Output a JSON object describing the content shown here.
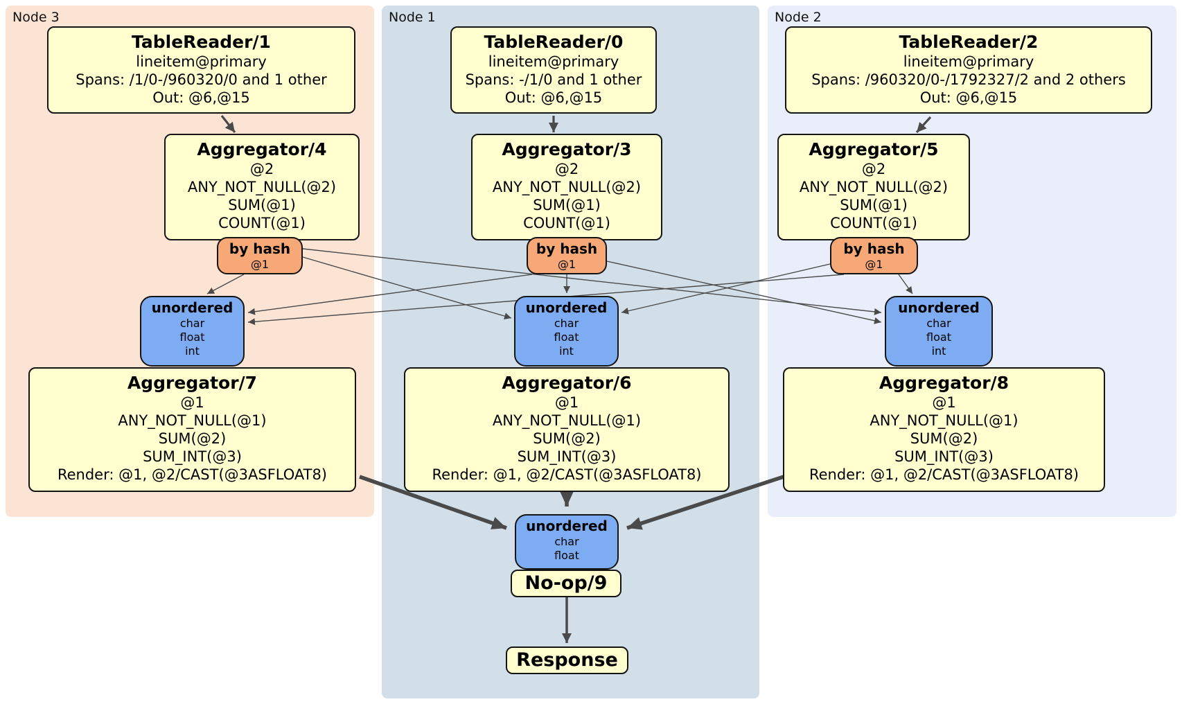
{
  "panels": [
    {
      "label": "Node 3",
      "table_reader": {
        "title": "TableReader/1",
        "index": "lineitem@primary",
        "spans": "Spans: /1/0-/960320/0 and 1 other",
        "out": "Out: @6,@15"
      },
      "aggregator_top": {
        "title": "Aggregator/4",
        "lines": [
          "@2",
          "ANY_NOT_NULL(@2)",
          "SUM(@1)",
          "COUNT(@1)"
        ]
      },
      "router": {
        "title": "by hash",
        "detail": "@1"
      },
      "sync": {
        "title": "unordered",
        "columns": [
          "char",
          "float",
          "int"
        ]
      },
      "aggregator_bottom": {
        "title": "Aggregator/7",
        "lines": [
          "@1",
          "ANY_NOT_NULL(@1)",
          "SUM(@2)",
          "SUM_INT(@3)",
          "Render: @1, @2/CAST(@3ASFLOAT8)"
        ]
      }
    },
    {
      "label": "Node 1",
      "table_reader": {
        "title": "TableReader/0",
        "index": "lineitem@primary",
        "spans": "Spans: -/1/0 and 1 other",
        "out": "Out: @6,@15"
      },
      "aggregator_top": {
        "title": "Aggregator/3",
        "lines": [
          "@2",
          "ANY_NOT_NULL(@2)",
          "SUM(@1)",
          "COUNT(@1)"
        ]
      },
      "router": {
        "title": "by hash",
        "detail": "@1"
      },
      "sync": {
        "title": "unordered",
        "columns": [
          "char",
          "float",
          "int"
        ]
      },
      "aggregator_bottom": {
        "title": "Aggregator/6",
        "lines": [
          "@1",
          "ANY_NOT_NULL(@1)",
          "SUM(@2)",
          "SUM_INT(@3)",
          "Render: @1, @2/CAST(@3ASFLOAT8)"
        ]
      }
    },
    {
      "label": "Node 2",
      "table_reader": {
        "title": "TableReader/2",
        "index": "lineitem@primary",
        "spans": "Spans: /960320/0-/1792327/2 and 2 others",
        "out": "Out: @6,@15"
      },
      "aggregator_top": {
        "title": "Aggregator/5",
        "lines": [
          "@2",
          "ANY_NOT_NULL(@2)",
          "SUM(@1)",
          "COUNT(@1)"
        ]
      },
      "router": {
        "title": "by hash",
        "detail": "@1"
      },
      "sync": {
        "title": "unordered",
        "columns": [
          "char",
          "float",
          "int"
        ]
      },
      "aggregator_bottom": {
        "title": "Aggregator/8",
        "lines": [
          "@1",
          "ANY_NOT_NULL(@1)",
          "SUM(@2)",
          "SUM_INT(@3)",
          "Render: @1, @2/CAST(@3ASFLOAT8)"
        ]
      }
    }
  ],
  "output_stage": {
    "sync": {
      "title": "unordered",
      "columns": [
        "char",
        "float"
      ]
    },
    "noop": {
      "title": "No-op/9"
    },
    "response": {
      "title": "Response"
    }
  },
  "colors": {
    "node3_bg": "#fce4d4",
    "node1_bg": "#d2dfe9",
    "node2_bg": "#e9eefa",
    "processor_fill": "#ffffd0",
    "router_fill": "#f6a877",
    "sync_fill": "#7dacf2",
    "border": "#141414",
    "edge": "#4a4a4a"
  }
}
